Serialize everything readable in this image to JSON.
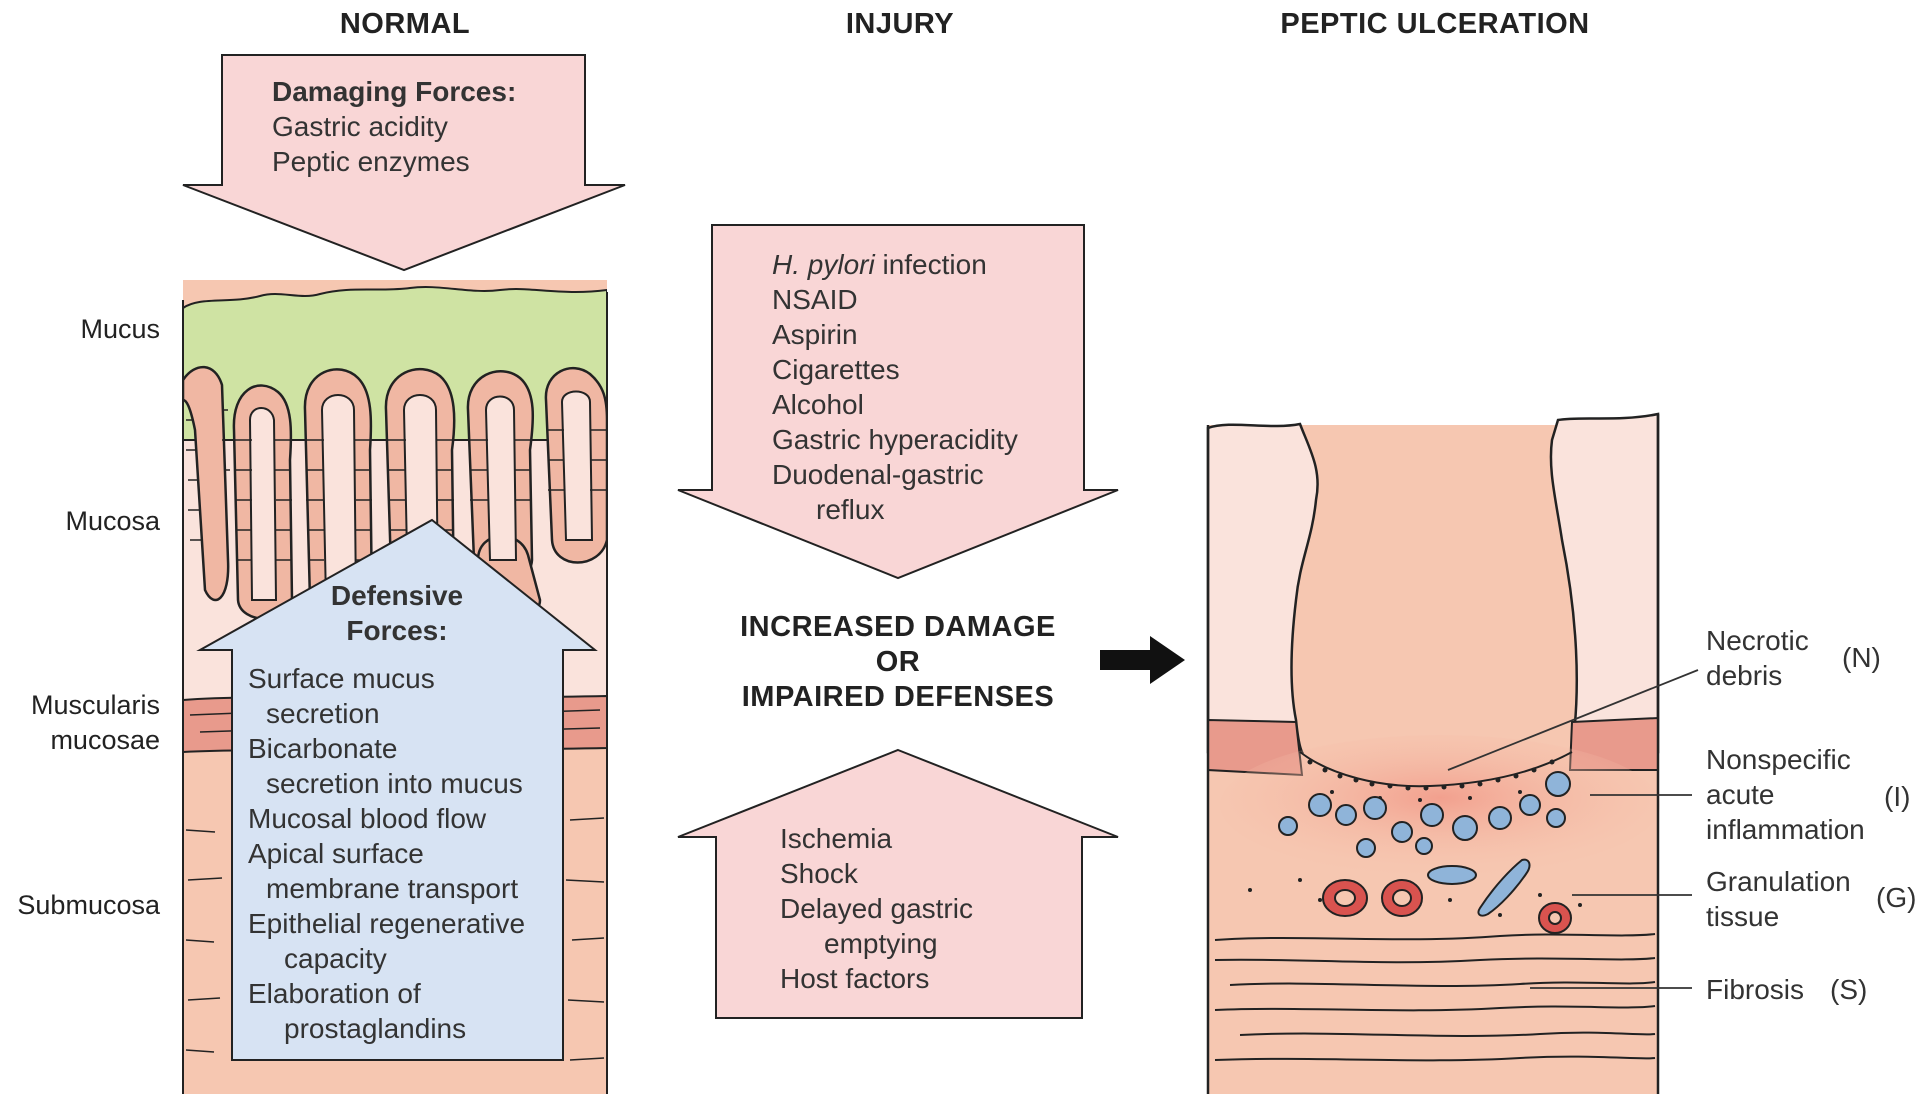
{
  "headers": {
    "normal": "NORMAL",
    "injury": "INJURY",
    "ulceration": "PEPTIC ULCERATION"
  },
  "layer_labels": {
    "mucus": "Mucus",
    "mucosa": "Mucosa",
    "muscularis_1": "Muscularis",
    "muscularis_2": "mucosae",
    "submucosa": "Submucosa"
  },
  "damaging": {
    "title": "Damaging Forces:",
    "items": [
      "Gastric acidity",
      "Peptic enzymes"
    ]
  },
  "defensive": {
    "title_1": "Defensive",
    "title_2": "Forces:",
    "lines": [
      "Surface mucus",
      "secretion",
      "Bicarbonate",
      "secretion into mucus",
      "Mucosal blood flow",
      "Apical surface",
      "membrane transport",
      "Epithelial regenerative",
      "capacity",
      "Elaboration of",
      "prostaglandins"
    ]
  },
  "injury_down": {
    "hpylori_italic": "H. pylori",
    "hpylori_rest": " infection",
    "lines": [
      "NSAID",
      "Aspirin",
      "Cigarettes",
      "Alcohol",
      "Gastric hyperacidity",
      "Duodenal-gastric",
      "reflux"
    ]
  },
  "center_text": {
    "line1": "INCREASED DAMAGE",
    "line2": "OR",
    "line3": "IMPAIRED DEFENSES"
  },
  "injury_up": {
    "lines": [
      "Ischemia",
      "Shock",
      "Delayed gastric",
      "emptying",
      "Host factors"
    ]
  },
  "ulcer_labels": {
    "necrotic_1": "Necrotic",
    "necrotic_2": "debris",
    "necrotic_code": "(N)",
    "nonspecific_1": "Nonspecific",
    "nonspecific_2": "acute",
    "nonspecific_3": "inflammation",
    "nonspecific_code": "(I)",
    "granulation_1": "Granulation",
    "granulation_2": "tissue",
    "granulation_code": "(G)",
    "fibrosis": "Fibrosis",
    "fibrosis_code": "(S)"
  },
  "colors": {
    "pink_arrow": "#f9d6d6",
    "blue_arrow": "#d7e3f3",
    "mucus": "#cfe3a3",
    "epithelium": "#f0b7a3",
    "muscularis": "#e89a8c",
    "submucosa": "#f6c7b1",
    "mucosa_bg": "#fae3dc"
  }
}
